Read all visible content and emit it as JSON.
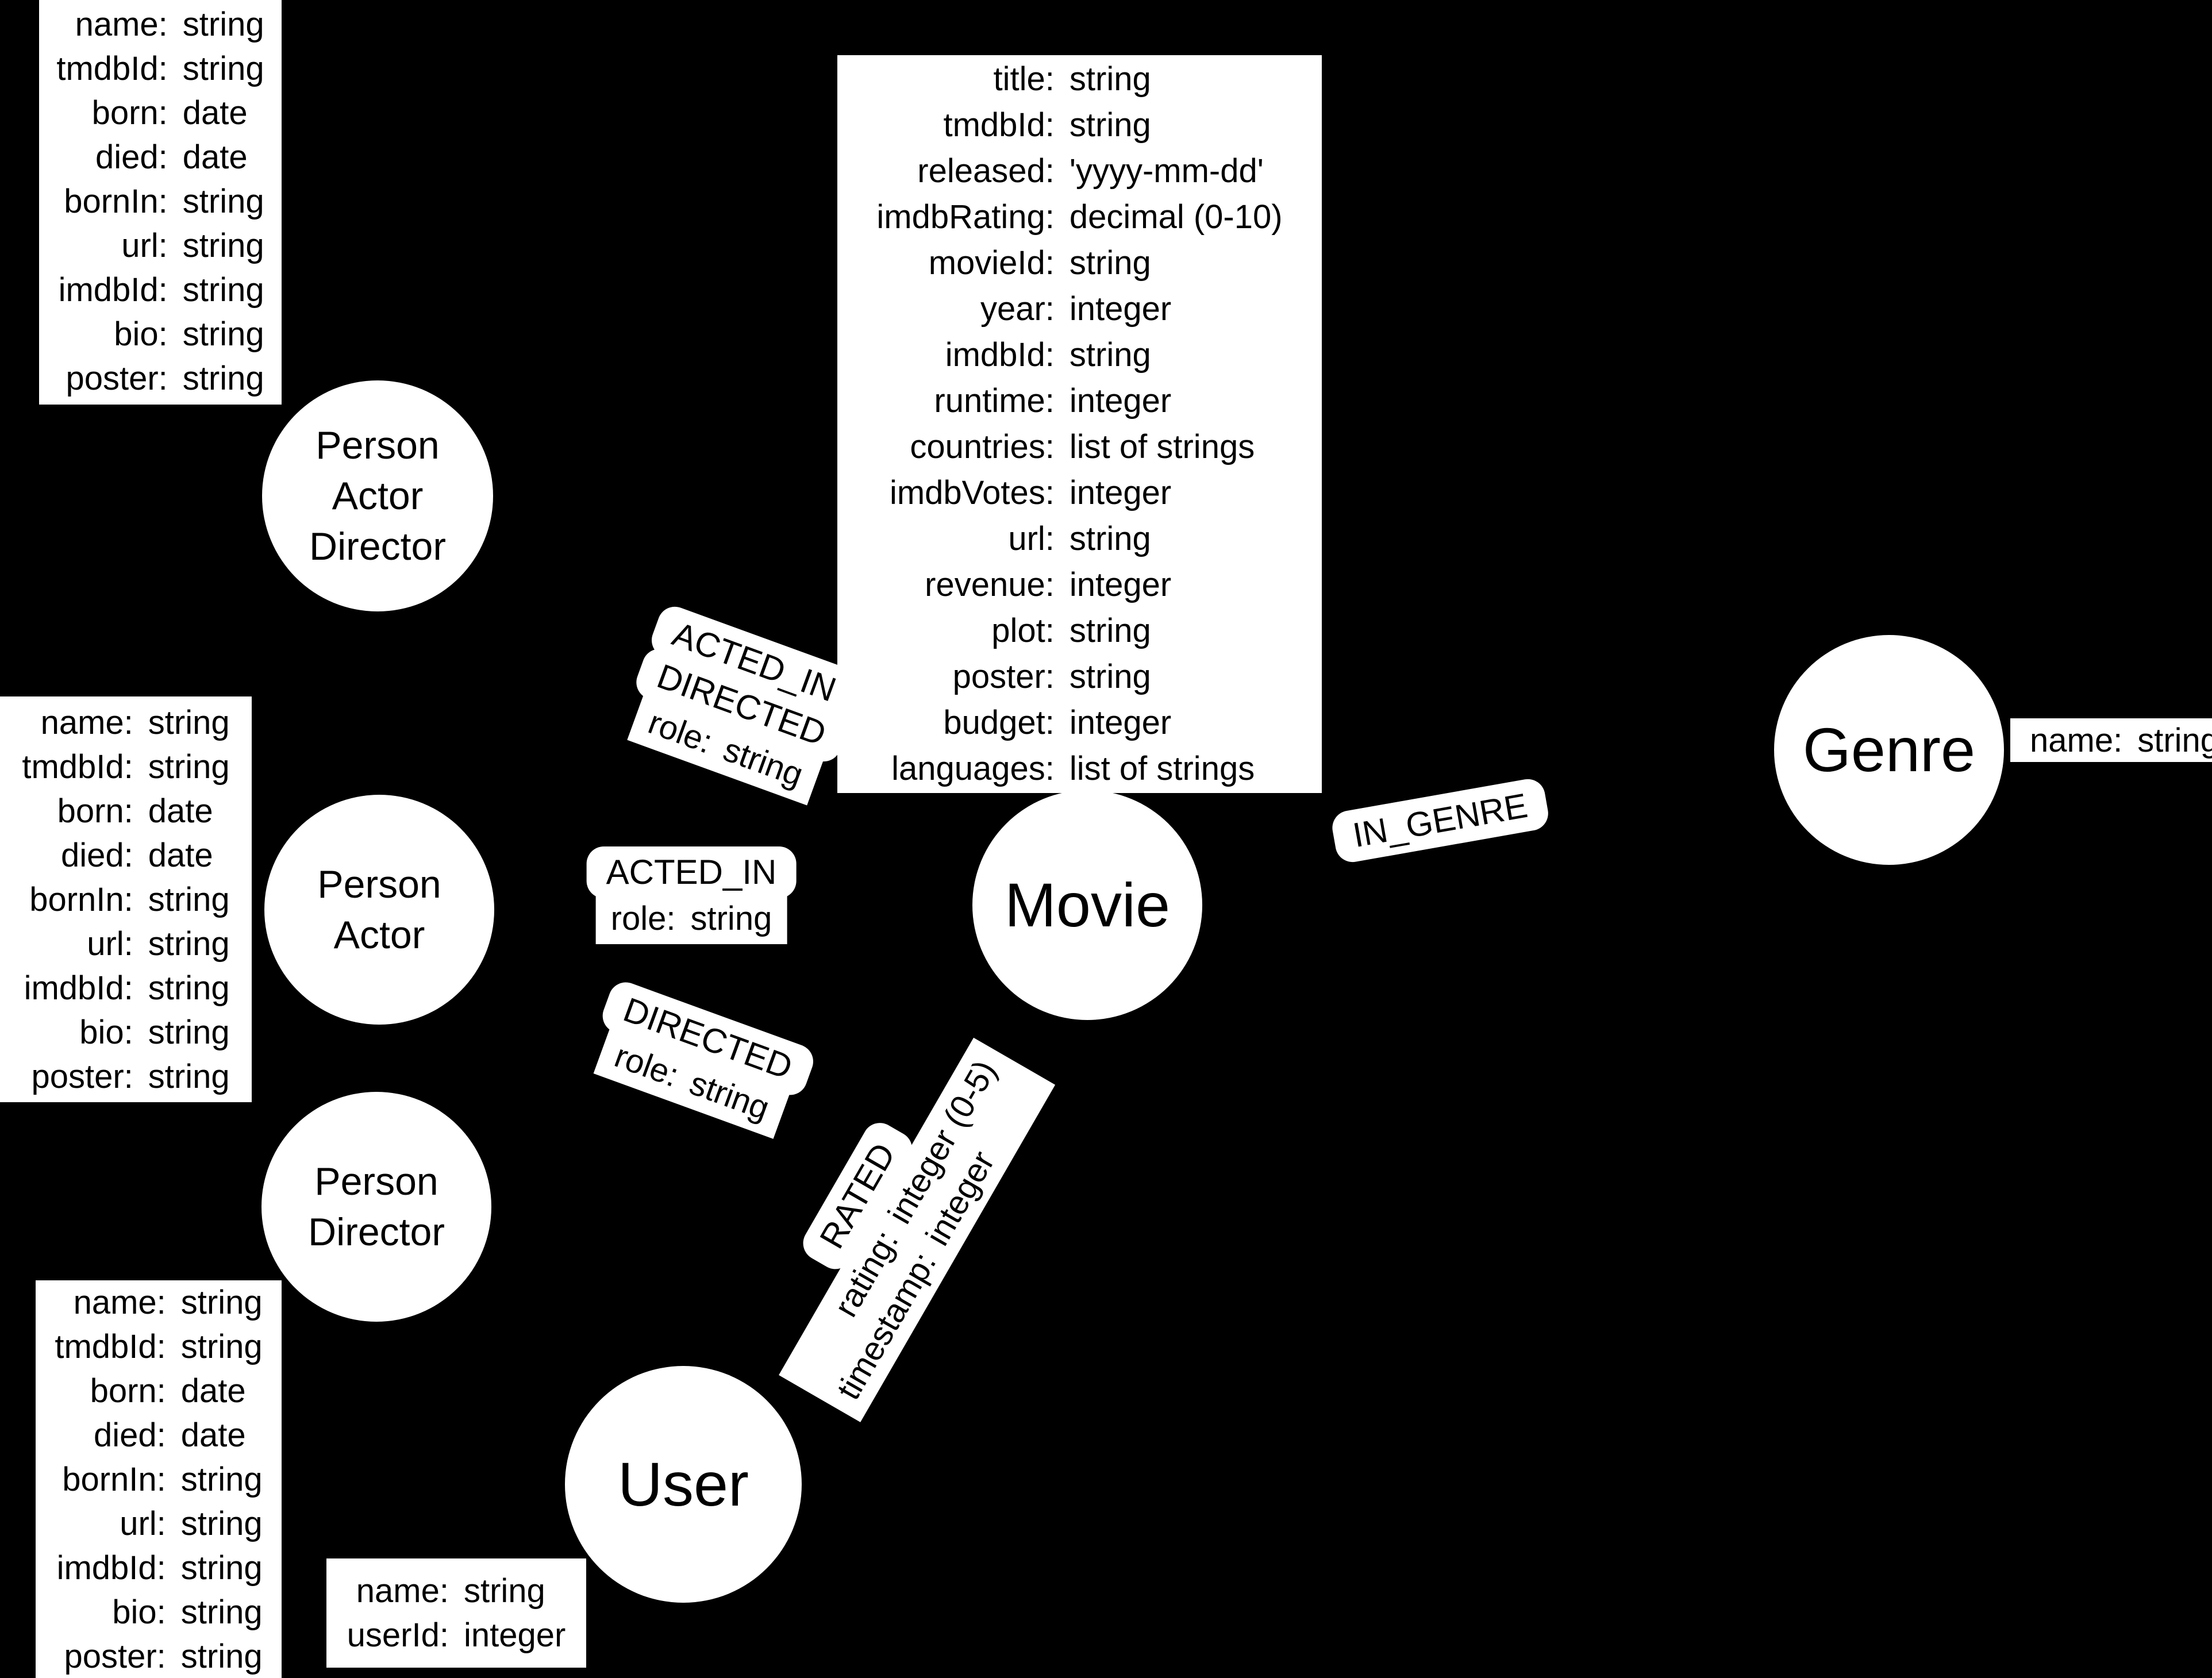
{
  "colors": {
    "background": "#000000",
    "shape_fill": "#ffffff",
    "text": "#000000"
  },
  "nodes": {
    "person_actor_director": {
      "labels": [
        "Person",
        "Actor",
        "Director"
      ]
    },
    "person_actor": {
      "labels": [
        "Person",
        "Actor"
      ]
    },
    "person_director": {
      "labels": [
        "Person",
        "Director"
      ]
    },
    "user": {
      "labels": [
        "User"
      ]
    },
    "movie": {
      "labels": [
        "Movie"
      ]
    },
    "genre": {
      "labels": [
        "Genre"
      ]
    }
  },
  "property_boxes": {
    "person_actor_director": {
      "rows": [
        {
          "n": "name:",
          "v": "string"
        },
        {
          "n": "tmdbId:",
          "v": "string"
        },
        {
          "n": "born:",
          "v": "date"
        },
        {
          "n": "died:",
          "v": "date"
        },
        {
          "n": "bornIn:",
          "v": "string"
        },
        {
          "n": "url:",
          "v": "string"
        },
        {
          "n": "imdbId:",
          "v": "string"
        },
        {
          "n": "bio:",
          "v": "string"
        },
        {
          "n": "poster:",
          "v": "string"
        }
      ]
    },
    "person_actor": {
      "rows": [
        {
          "n": "name:",
          "v": "string"
        },
        {
          "n": "tmdbId:",
          "v": "string"
        },
        {
          "n": "born:",
          "v": "date"
        },
        {
          "n": "died:",
          "v": "date"
        },
        {
          "n": "bornIn:",
          "v": "string"
        },
        {
          "n": "url:",
          "v": "string"
        },
        {
          "n": "imdbId:",
          "v": "string"
        },
        {
          "n": "bio:",
          "v": "string"
        },
        {
          "n": "poster:",
          "v": "string"
        }
      ]
    },
    "person_director": {
      "rows": [
        {
          "n": "name:",
          "v": "string"
        },
        {
          "n": "tmdbId:",
          "v": "string"
        },
        {
          "n": "born:",
          "v": "date"
        },
        {
          "n": "died:",
          "v": "date"
        },
        {
          "n": "bornIn:",
          "v": "string"
        },
        {
          "n": "url:",
          "v": "string"
        },
        {
          "n": "imdbId:",
          "v": "string"
        },
        {
          "n": "bio:",
          "v": "string"
        },
        {
          "n": "poster:",
          "v": "string"
        }
      ]
    },
    "movie": {
      "rows": [
        {
          "n": "title:",
          "v": "string"
        },
        {
          "n": "tmdbId:",
          "v": "string"
        },
        {
          "n": "released:",
          "v": "'yyyy-mm-dd'"
        },
        {
          "n": "imdbRating:",
          "v": "decimal (0-10)"
        },
        {
          "n": "movieId:",
          "v": "string"
        },
        {
          "n": "year:",
          "v": "integer"
        },
        {
          "n": "imdbId:",
          "v": "string"
        },
        {
          "n": "runtime:",
          "v": "integer"
        },
        {
          "n": "countries:",
          "v": "list of strings"
        },
        {
          "n": "imdbVotes:",
          "v": "integer"
        },
        {
          "n": "url:",
          "v": "string"
        },
        {
          "n": "revenue:",
          "v": "integer"
        },
        {
          "n": "plot:",
          "v": "string"
        },
        {
          "n": "poster:",
          "v": "string"
        },
        {
          "n": "budget:",
          "v": "integer"
        },
        {
          "n": "languages:",
          "v": "list of strings"
        }
      ]
    },
    "user": {
      "rows": [
        {
          "n": "name:",
          "v": "string"
        },
        {
          "n": "userId:",
          "v": "integer"
        }
      ]
    },
    "genre": {
      "rows": [
        {
          "n": "name:",
          "v": "string"
        }
      ]
    }
  },
  "relationships": {
    "acted_in_directed": {
      "types": [
        "ACTED_IN",
        "DIRECTED"
      ],
      "props": [
        {
          "n": "role:",
          "v": "string"
        }
      ]
    },
    "acted_in": {
      "types": [
        "ACTED_IN"
      ],
      "props": [
        {
          "n": "role:",
          "v": "string"
        }
      ]
    },
    "directed": {
      "types": [
        "DIRECTED"
      ],
      "props": [
        {
          "n": "role:",
          "v": "string"
        }
      ]
    },
    "rated": {
      "types": [
        "RATED"
      ],
      "props": [
        {
          "n": "rating:",
          "v": "integer (0-5)"
        },
        {
          "n": "timestamp:",
          "v": "integer"
        }
      ]
    },
    "in_genre": {
      "types": [
        "IN_GENRE"
      ],
      "props": []
    }
  }
}
